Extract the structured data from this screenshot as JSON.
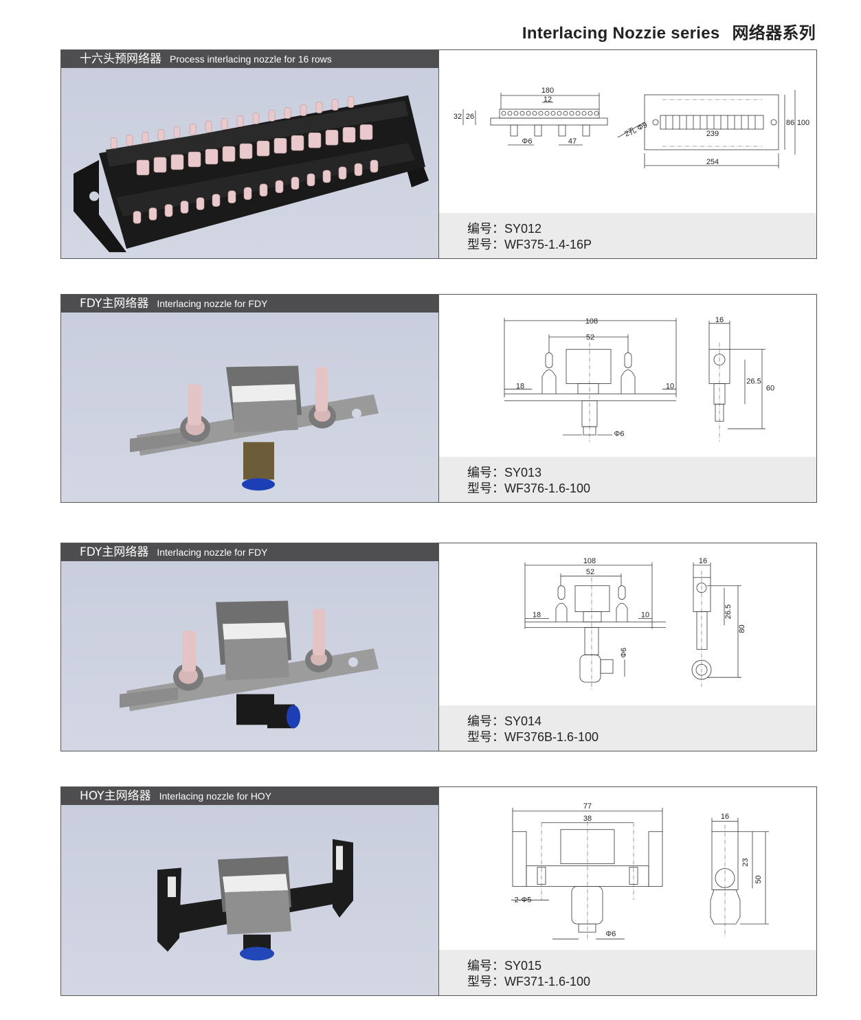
{
  "header": {
    "title_en": "Interlacing Nozzie series",
    "title_cn": "网络器系列"
  },
  "labels": {
    "code": "编号：",
    "model": "型号："
  },
  "panels": [
    {
      "name_cn": "十六头预网络器",
      "name_en": "Process interlacing nozzle for 16 rows",
      "code": "SY012",
      "model": "WF375-1.4-16P",
      "dims": {
        "d1": "180",
        "d2": "12",
        "d3": "32",
        "d4": "26",
        "d5": "Φ6",
        "d6": "47",
        "d7": "2孔 Φ9",
        "d8": "239",
        "d9": "254",
        "d10": "86",
        "d11": "100"
      }
    },
    {
      "name_cn": "FDY主网络器",
      "name_en": "Interlacing nozzle for FDY",
      "code": "SY013",
      "model": "WF376-1.6-100",
      "dims": {
        "d1": "108",
        "d2": "52",
        "d3": "18",
        "d4": "10",
        "d5": "Φ6",
        "d6": "16",
        "d7": "26.5",
        "d8": "60"
      }
    },
    {
      "name_cn": "FDY主网络器",
      "name_en": "Interlacing nozzle for FDY",
      "code": "SY014",
      "model": "WF376B-1.6-100",
      "dims": {
        "d1": "108",
        "d2": "52",
        "d3": "18",
        "d4": "10",
        "d5": "Φ6",
        "d6": "16",
        "d7": "26.5",
        "d8": "80"
      }
    },
    {
      "name_cn": "HOY主网络器",
      "name_en": "Interlacing nozzle for HOY",
      "code": "SY015",
      "model": "WF371-1.6-100",
      "dims": {
        "d1": "77",
        "d2": "38",
        "d3": "2-Φ5",
        "d4": "Φ6",
        "d5": "16",
        "d6": "23",
        "d7": "50"
      }
    }
  ]
}
